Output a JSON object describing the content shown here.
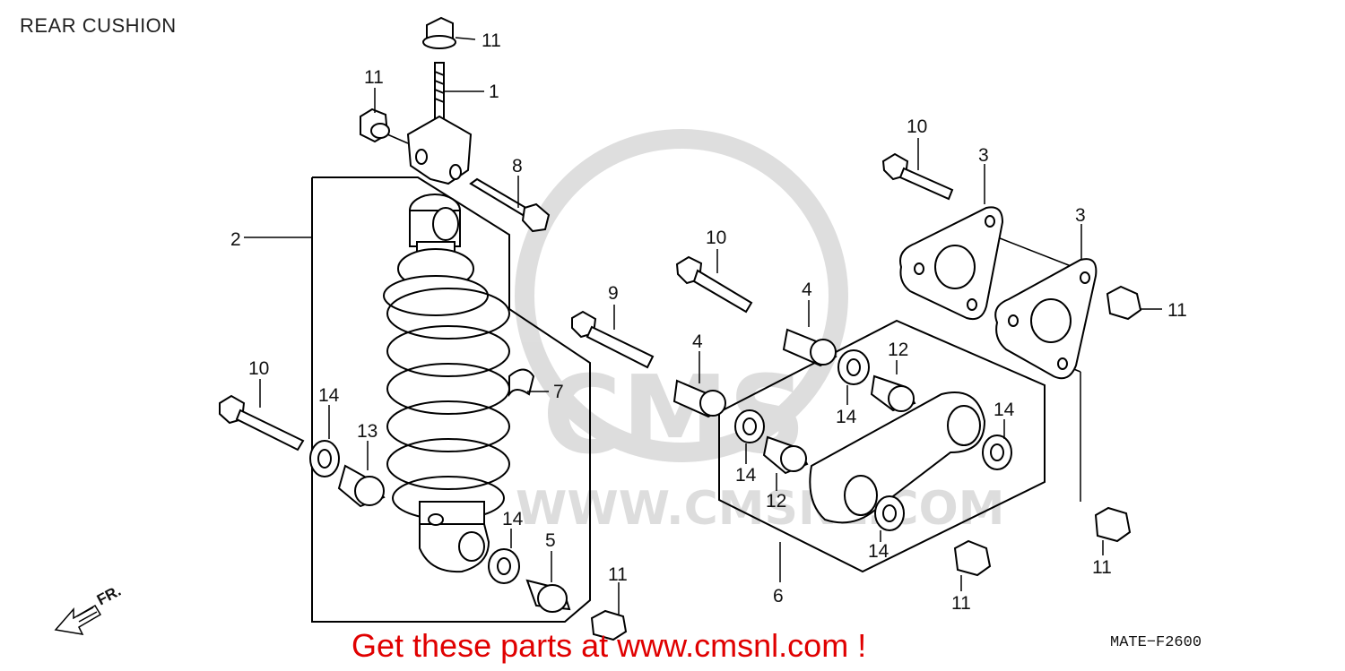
{
  "header": {
    "title": "REAR CUSHION"
  },
  "footer": {
    "banner": "Get these parts at www.cmsnl.com !",
    "diagram_code": "MATE−F2600"
  },
  "direction": {
    "label": "FR."
  },
  "watermark": {
    "text": "WWW.CMSNL.COM",
    "logo": "CMS"
  },
  "callouts": [
    {
      "n": "11"
    },
    {
      "n": "1"
    },
    {
      "n": "11"
    },
    {
      "n": "8"
    },
    {
      "n": "2"
    },
    {
      "n": "10"
    },
    {
      "n": "9"
    },
    {
      "n": "4"
    },
    {
      "n": "4"
    },
    {
      "n": "10"
    },
    {
      "n": "3"
    },
    {
      "n": "3"
    },
    {
      "n": "11"
    },
    {
      "n": "12"
    },
    {
      "n": "14"
    },
    {
      "n": "14"
    },
    {
      "n": "14"
    },
    {
      "n": "12"
    },
    {
      "n": "10"
    },
    {
      "n": "14"
    },
    {
      "n": "13"
    },
    {
      "n": "7"
    },
    {
      "n": "14"
    },
    {
      "n": "5"
    },
    {
      "n": "11"
    },
    {
      "n": "6"
    },
    {
      "n": "14"
    },
    {
      "n": "11"
    },
    {
      "n": "11"
    }
  ]
}
